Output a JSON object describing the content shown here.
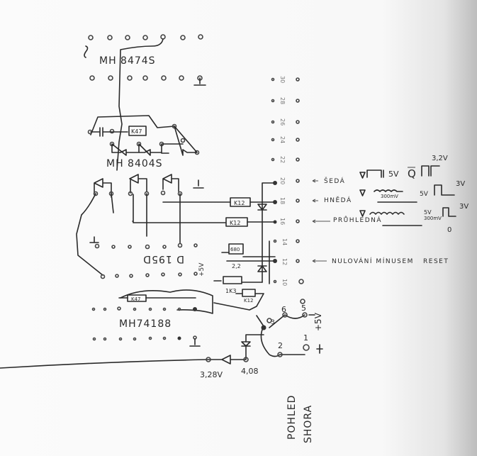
{
  "ics": {
    "top": "MH 8474S",
    "middle": "MH 8404S",
    "third": "D 195D",
    "bottom": "MH74188"
  },
  "pin_numbers": [
    "30",
    "28",
    "26",
    "24",
    "22",
    "20",
    "18",
    "16",
    "14",
    "12",
    "10"
  ],
  "components": {
    "r_top": "K47",
    "r_18": "K12",
    "r_16": "K12",
    "r_pot": "680",
    "r_k47_bottom": "K47",
    "r_mid": "1K3",
    "r_lower": "K12",
    "cap_label": "2,2"
  },
  "wires": {
    "seda": "ŠEDÁ",
    "hneda": "HNĚDÁ",
    "pruhledna": "PRŮHLEDNÁ",
    "reset_line": "NULOVÁNÍ MÍNUSEM",
    "reset": "RESET"
  },
  "waveforms": {
    "seda_amp": "5V",
    "q_bar": "Q",
    "seda_out": "3,2V",
    "hneda_ripple": "300mV",
    "hneda_amp": "5V",
    "hneda_out": "3V",
    "pruh_amp": "5V",
    "pruh_ripple": "300mV",
    "pruh_out": "3V",
    "pruh_zero": "0"
  },
  "connector": {
    "pin6": "6",
    "pin5": "5",
    "pin2": "2",
    "pin1": "1",
    "supply": "+5V",
    "supply_small": "+5V",
    "pin3": "3"
  },
  "voltages": {
    "v1": "3,28V",
    "v2": "4,08"
  },
  "caption": {
    "line1": "POHLED",
    "line2": "SHORA"
  }
}
